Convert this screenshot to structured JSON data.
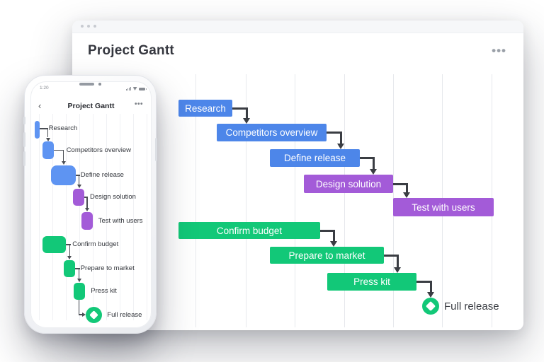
{
  "browser": {
    "title": "Project Gantt",
    "menu_icon": "•••"
  },
  "phone": {
    "status_time": "1:20",
    "back_icon": "‹",
    "nav_title": "Project Gantt",
    "menu_icon": "•••"
  },
  "tasks": [
    {
      "label": "Research",
      "color": "blue",
      "type": "bar"
    },
    {
      "label": "Competitors overview",
      "color": "blue",
      "type": "bar"
    },
    {
      "label": "Define release",
      "color": "blue",
      "type": "bar"
    },
    {
      "label": "Design solution",
      "color": "purple",
      "type": "bar"
    },
    {
      "label": "Test with users",
      "color": "purple",
      "type": "bar"
    },
    {
      "label": "Confirm budget",
      "color": "green",
      "type": "bar"
    },
    {
      "label": "Prepare to market",
      "color": "green",
      "type": "bar"
    },
    {
      "label": "Press kit",
      "color": "green",
      "type": "bar"
    },
    {
      "label": "Full release",
      "color": "green",
      "type": "milestone"
    }
  ],
  "colors": {
    "blue": "#4d86e9",
    "phone_blue": "#5e94f2",
    "purple": "#a35bd8",
    "green": "#12c878",
    "connector": "#3a3d43"
  }
}
